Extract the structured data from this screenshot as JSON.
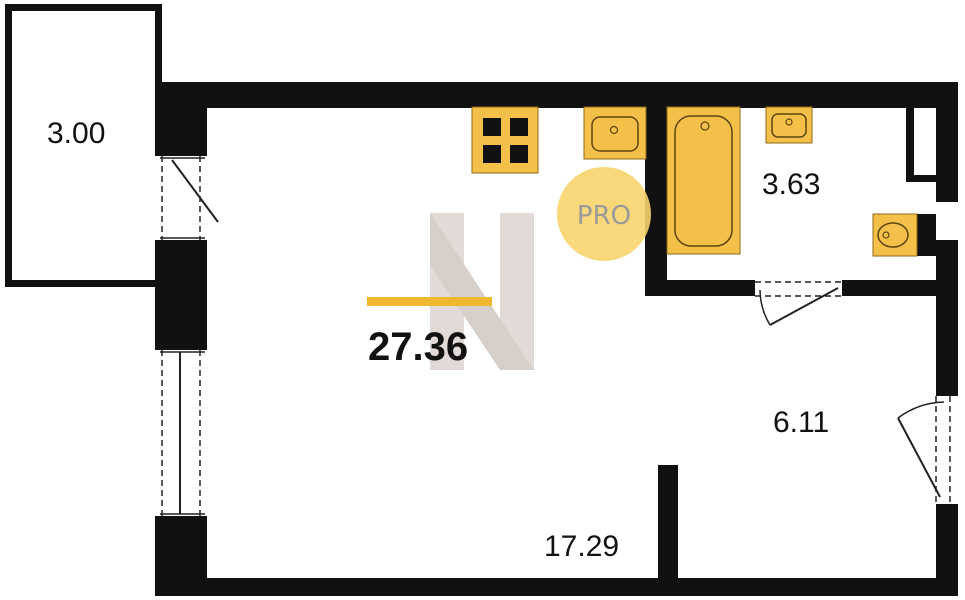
{
  "plan": {
    "total_area": "27.36",
    "rooms": {
      "balcony": "3.00",
      "bathroom": "3.63",
      "hallway": "6.11",
      "living": "17.29"
    },
    "badge": "PRO"
  },
  "colors": {
    "wall": "#111111",
    "fixture": "#F5C04A",
    "accent": "#F0B830",
    "badge": "#F7D46B",
    "watermark": "#C9BDB6"
  },
  "icons": [
    "stove-icon",
    "sink-icon",
    "bathtub-icon",
    "washbasin-icon",
    "toilet-icon",
    "door-icon",
    "window-icon",
    "watermark-logo-icon"
  ]
}
